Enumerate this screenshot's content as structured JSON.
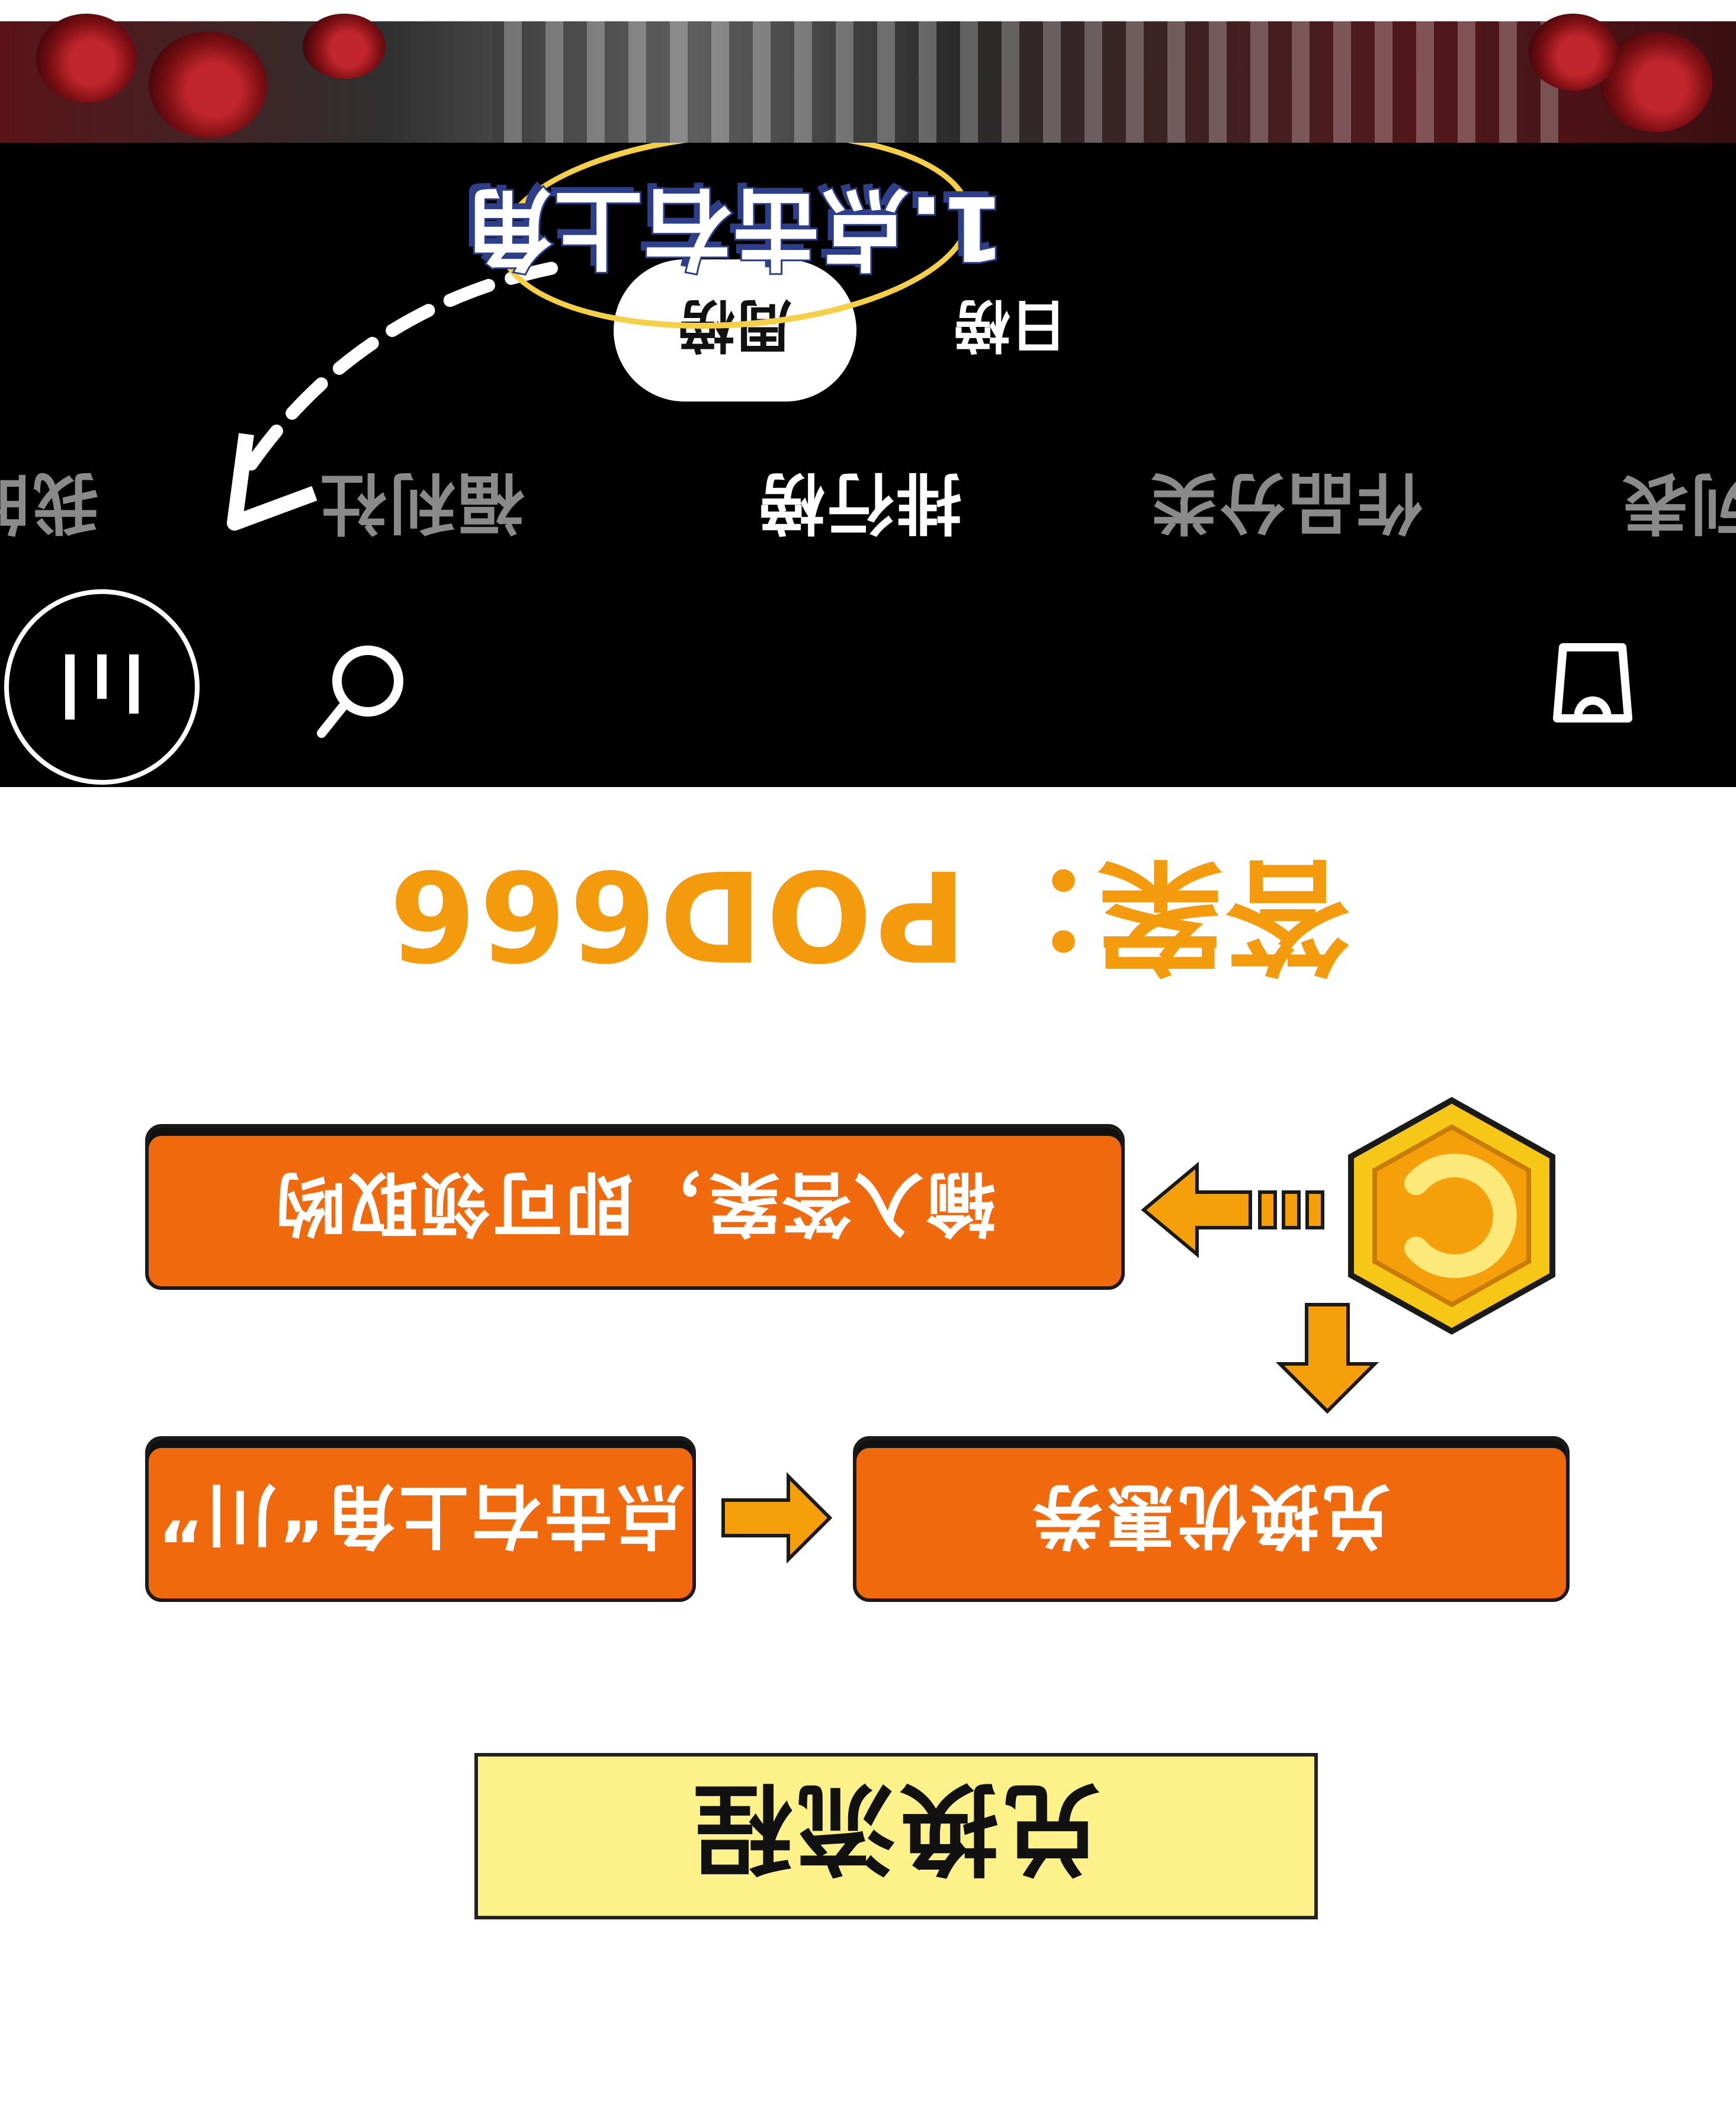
{
  "infographic": {
    "title": "兑换流程",
    "step1": "兑换优惠券",
    "step2": "点击右上角“川”",
    "step3": "输入答案，即可领取哟",
    "answer": "答案：POD666"
  },
  "tabs": {
    "week": "周榜",
    "day": "日榜"
  },
  "nav": {
    "mine": "我的",
    "welfare": "福利社",
    "ranking": "排行榜",
    "category": "作品分类",
    "list": "列表"
  },
  "annotation": {
    "text": "1.点击右上角"
  },
  "icons": {
    "menu": "menu-bars-icon",
    "search": "search-icon",
    "bag": "shopping-bag-icon",
    "coin": "coin-icon"
  },
  "colors": {
    "step_bg": "#f0690c",
    "answer": "#f39b0c",
    "sticky": "#fdf18a",
    "annotation_ring": "#f5cf45",
    "app_bg": "#000000"
  }
}
